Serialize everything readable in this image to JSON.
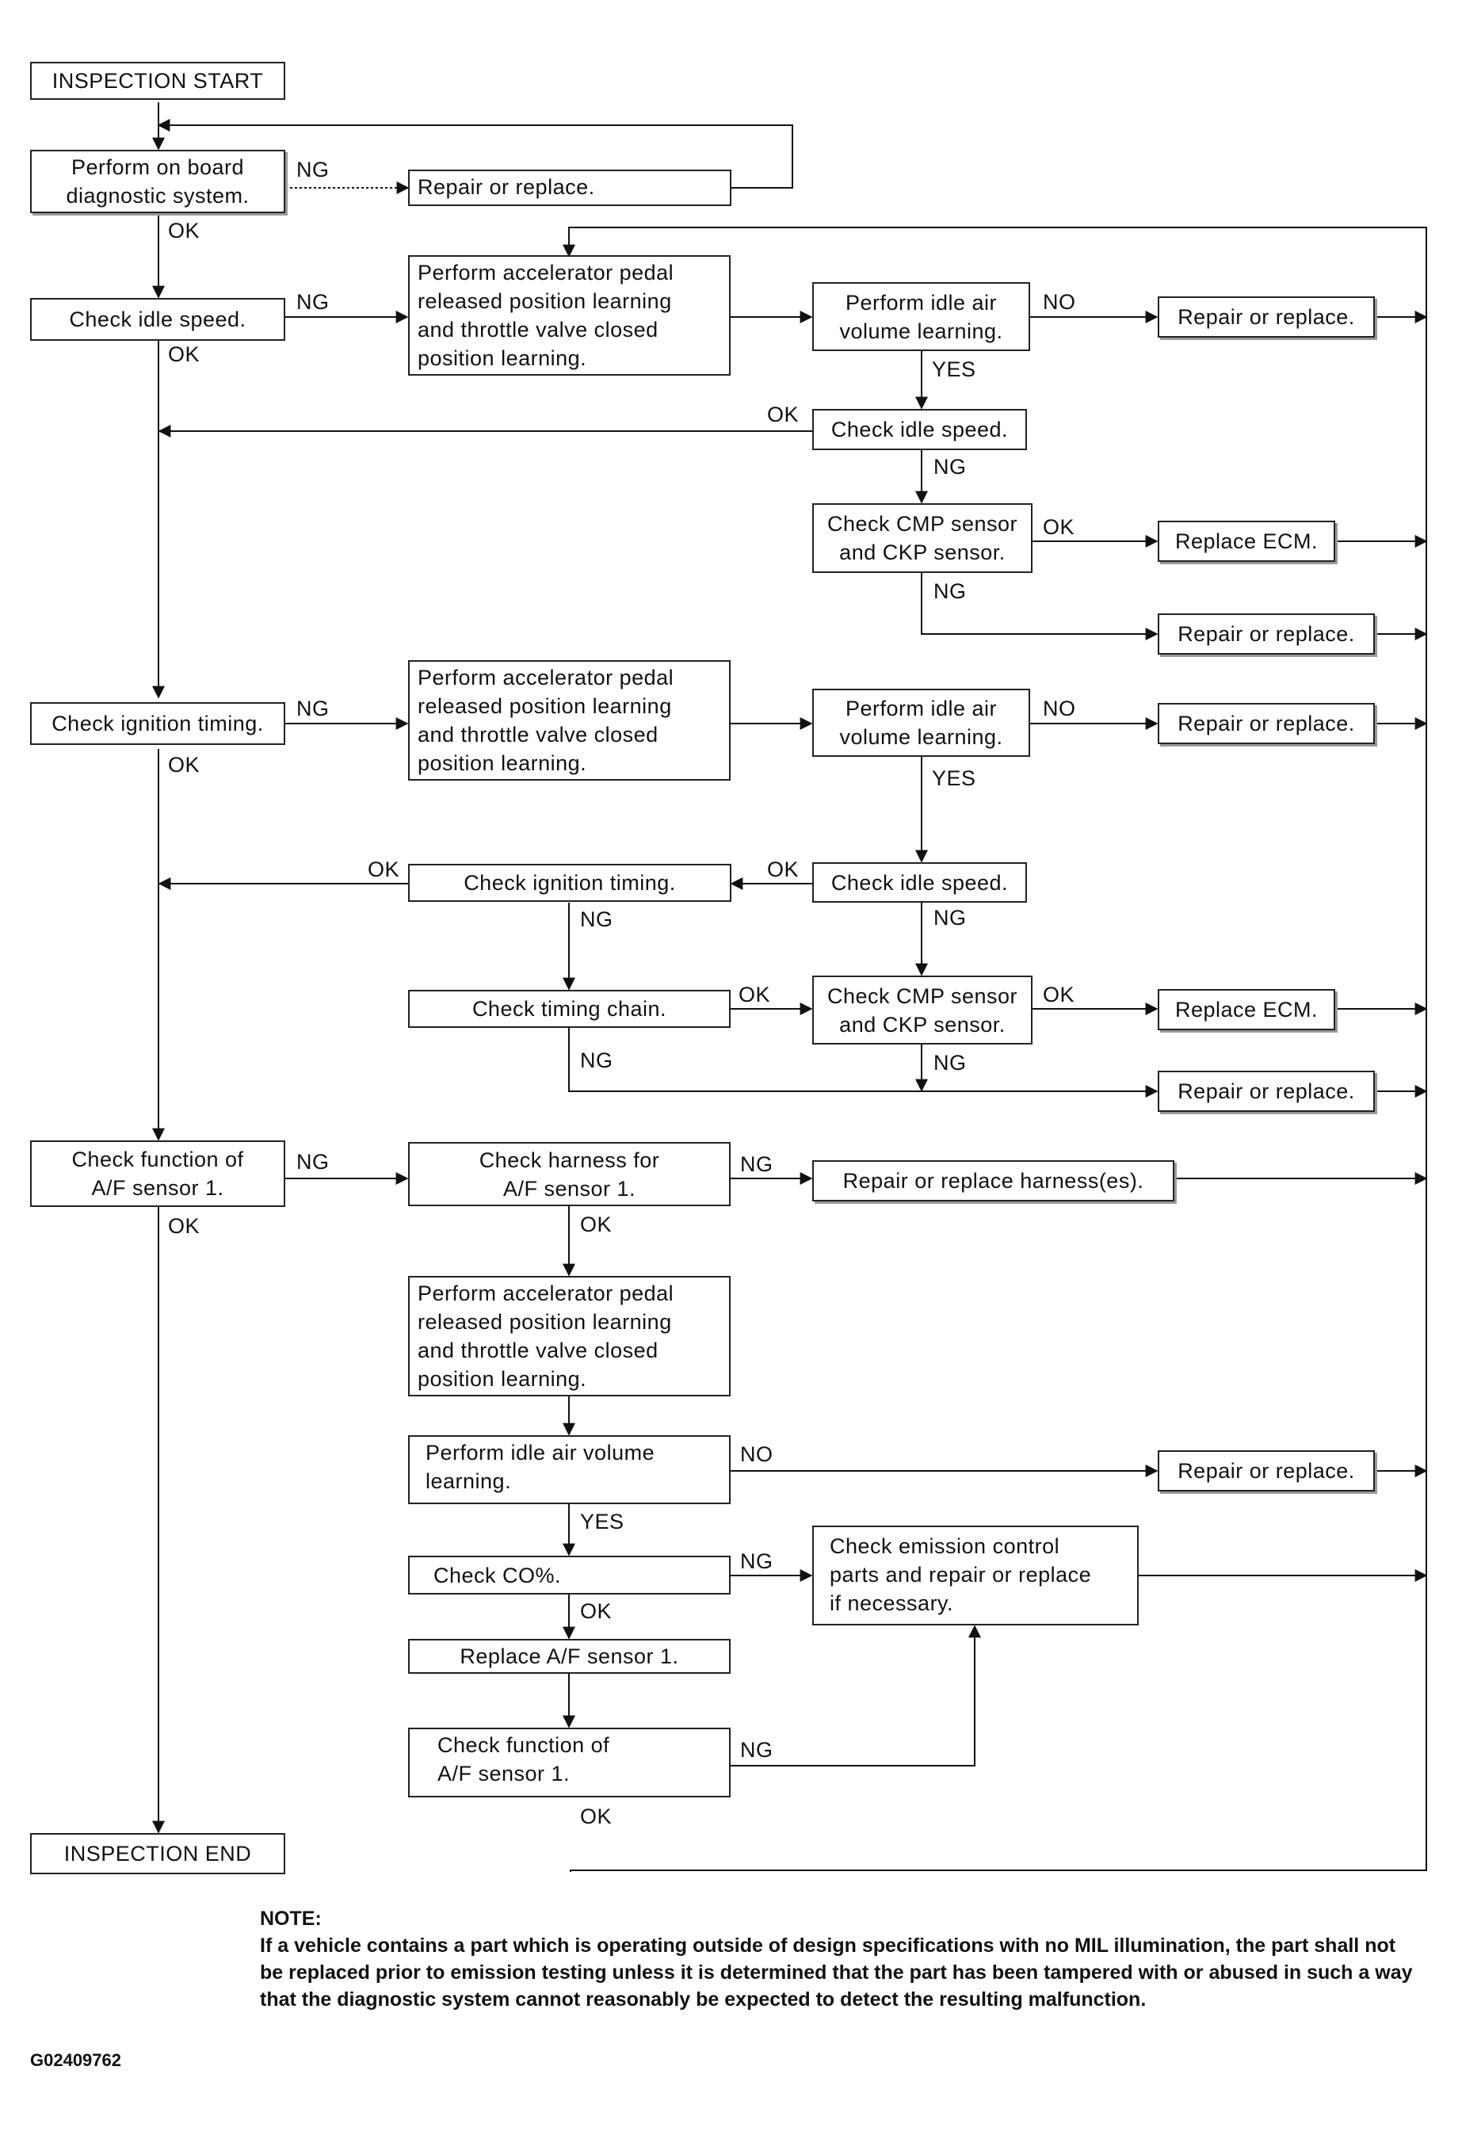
{
  "boxes": {
    "start": "INSPECTION START",
    "obd": "Perform on board\ndiagnostic system.",
    "repair_obd": "Repair or replace.",
    "check_idle": "Check idle speed.",
    "learn1": "Perform accelerator pedal\nreleased position learning\nand throttle valve closed\nposition learning.",
    "idle_air1": "Perform idle air\nvolume learning.",
    "repair1": "Repair or replace.",
    "check_idle2": "Check idle speed.",
    "cmp1": "Check CMP sensor\nand CKP sensor.",
    "ecm1": "Replace ECM.",
    "repair2": "Repair or replace.",
    "check_ign": "Check ignition timing.",
    "learn2": "Perform accelerator pedal\nreleased position learning\nand throttle valve closed\nposition learning.",
    "idle_air2": "Perform idle air\nvolume learning.",
    "repair3": "Repair or replace.",
    "check_ign2": "Check ignition timing.",
    "check_idle3": "Check idle speed.",
    "chain": "Check timing chain.",
    "cmp2": "Check CMP sensor\nand CKP sensor.",
    "ecm2": "Replace ECM.",
    "repair4": "Repair or replace.",
    "af1": "Check function of\nA/F sensor 1.",
    "harness": "Check harness for\nA/F sensor 1.",
    "repair_harness": "Repair or replace harness(es).",
    "learn3": "Perform accelerator pedal\nreleased position learning\nand throttle valve closed\nposition learning.",
    "idle_air3": "Perform idle air volume\nlearning.",
    "repair5": "Repair or replace.",
    "co": "Check CO%.",
    "emission": "Check emission control\nparts and repair or replace\nif necessary.",
    "replace_af": "Replace A/F sensor 1.",
    "af2": "Check function of\nA/F sensor 1.",
    "end": "INSPECTION END"
  },
  "labels": {
    "ng": "NG",
    "ok": "OK",
    "yes": "YES",
    "no": "NO"
  },
  "note": {
    "heading": "NOTE:",
    "text": "If a vehicle contains a part which is operating outside of design specifications with no MIL illumination, the part shall not be replaced prior to emission testing unless it is determined that the part has been tampered with or abused in such a way that the diagnostic system cannot reasonably be expected to detect the resulting malfunction."
  },
  "figure_id": "G02409762"
}
